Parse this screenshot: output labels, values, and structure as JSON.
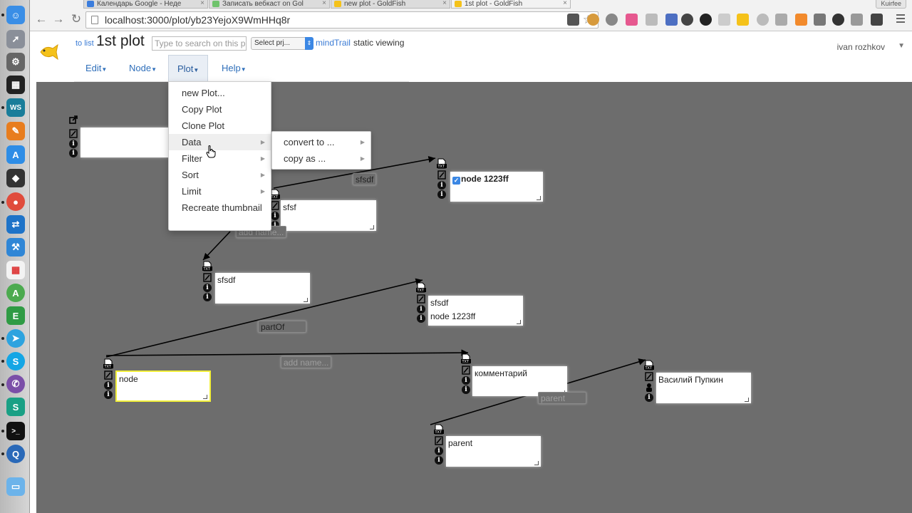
{
  "browser": {
    "tabs": [
      {
        "title": "Календарь Google - Неде",
        "fav_color": "#3b7ddd"
      },
      {
        "title": "Записать вебкаст on Gol",
        "fav_color": "#6fc36c"
      },
      {
        "title": "new plot - GoldFish",
        "fav_color": "#f5c21a"
      },
      {
        "title": "1st plot - GoldFish",
        "fav_color": "#f5c21a"
      }
    ],
    "profile": "Kuirfee",
    "url": "localhost:3000/plot/yb23YejoX9WmHHq8r"
  },
  "header": {
    "to_list": "to list",
    "title": "1st plot",
    "search_placeholder": "Type to search on this p",
    "project_select": "Select prj...",
    "mindtrail": "mindTrail",
    "mode": "static viewing",
    "user": "ivan rozhkov",
    "menus": [
      {
        "label": "Edit"
      },
      {
        "label": "Node"
      },
      {
        "label": "Plot"
      },
      {
        "label": "Help"
      }
    ]
  },
  "plot_menu": {
    "items": [
      "new Plot...",
      "Copy Plot",
      "Clone Plot",
      "Data",
      "Filter",
      "Sort",
      "Limit",
      "Recreate thumbnail"
    ],
    "data_submenu": [
      "convert to ...",
      "copy as ..."
    ]
  },
  "nodes": {
    "n1": {
      "label": ""
    },
    "n2": {
      "label": "node 1223ff"
    },
    "n3": {
      "label": "sfsf"
    },
    "n4": {
      "label": "sfsdf"
    },
    "n5": {
      "label": "sfsdf",
      "label2": "node 1223ff"
    },
    "n6": {
      "label": "node"
    },
    "n7": {
      "label": "комментарий"
    },
    "n8": {
      "label": "Василий Пупкин"
    },
    "n9": {
      "label": "parent"
    }
  },
  "edge_labels": {
    "e1": "sfsdf",
    "e2": "add name...",
    "e3": "partOf",
    "e4": "add name...",
    "e5": "parent"
  },
  "icons": {
    "info": "i",
    "check": "✓"
  }
}
